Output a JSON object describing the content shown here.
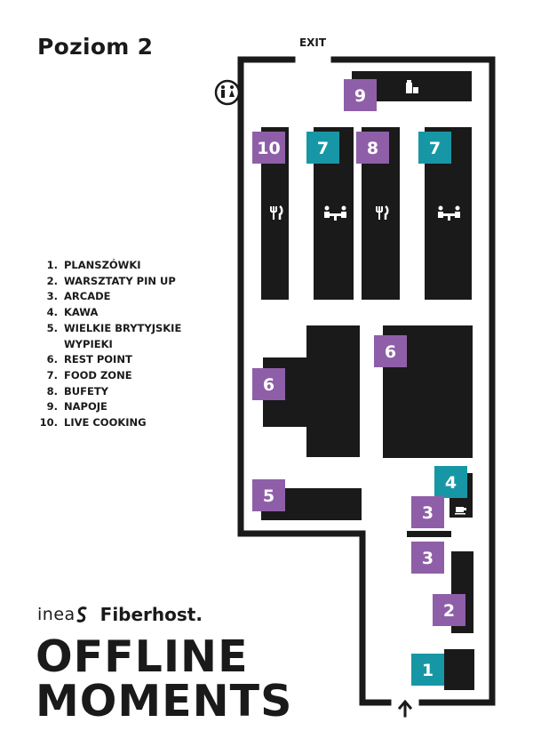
{
  "title": "Poziom 2",
  "exit_label": "EXIT",
  "legend": [
    {
      "num": "1.",
      "label": "PLANSZÓWKI"
    },
    {
      "num": "2.",
      "label": "WARSZTATY PIN UP"
    },
    {
      "num": "3.",
      "label": "ARCADE"
    },
    {
      "num": "4.",
      "label": "KAWA"
    },
    {
      "num": "5.",
      "label": "WIELKIE BRYTYJSKIE WYPIEKI"
    },
    {
      "num": "6.",
      "label": "REST POINT"
    },
    {
      "num": "7.",
      "label": "FOOD ZONE"
    },
    {
      "num": "8.",
      "label": "BUFETY"
    },
    {
      "num": "9.",
      "label": "NAPOJE"
    },
    {
      "num": "10.",
      "label": "LIVE COOKING"
    }
  ],
  "markers": {
    "m1": "1",
    "m2": "2",
    "m3a": "3",
    "m3b": "3",
    "m4": "4",
    "m5": "5",
    "m6a": "6",
    "m6b": "6",
    "m7a": "7",
    "m7b": "7",
    "m8": "8",
    "m9": "9",
    "m10": "10"
  },
  "brand": {
    "inea": "inea",
    "fiberhost": "Fiberhost.",
    "line1": "OFFLINE",
    "line2": "MOMENTS"
  },
  "colors": {
    "purple": "#8e5fa8",
    "teal": "#1797a6",
    "block": "#1a1a1a"
  },
  "icons": [
    "restroom-icon",
    "bottle-icon",
    "cutlery-icon",
    "dining-table-icon",
    "coffee-cup-icon",
    "arrow-up-icon"
  ]
}
